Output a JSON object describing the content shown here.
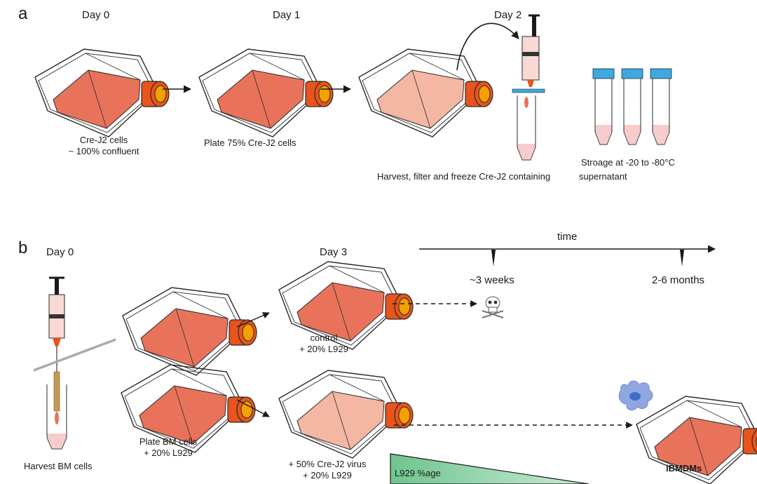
{
  "panel_a": {
    "letter": "a",
    "day0": "Day 0",
    "day1": "Day 1",
    "day2": "Day 2",
    "caption_day0_line1": "Cre-J2 cells",
    "caption_day0_line2": "~ 100% confluent",
    "caption_day1": "Plate 75% Cre-J2 cells",
    "caption_day2": "Harvest, filter and freeze Cre-J2 containing",
    "storage_line1": "Stroage at -20 to -80°C",
    "storage_line2": "supernatant"
  },
  "panel_b": {
    "letter": "b",
    "day0": "Day 0",
    "day3": "Day 3",
    "timeline_label": "time",
    "tick1": "~3 weeks",
    "tick2": "2-6 months",
    "harvest": "Harvest BM cells",
    "plate_line1": "Plate BM cells",
    "plate_line2": "+ 20% L929",
    "control_line1": "control",
    "control_line2": "+ 20% L929",
    "virus_line1": "+ 50% Cre-J2 virus",
    "virus_line2": "+ 20% L929",
    "gradient_label": "L929 %age",
    "result": "iBMDMs"
  },
  "colors": {
    "medium_dark": "#e8735a",
    "medium_light": "#f4b7a4",
    "cap_orange": "#e8541c",
    "cap_inner": "#f5a000",
    "tube_cap_blue": "#3da9e0",
    "gradient_green": "#7ec99a",
    "cell_blue": "#6f8fd6"
  },
  "icons": [
    "flask-icon",
    "syringe-icon",
    "falcon-tube-icon",
    "skull-icon",
    "macrophage-icon",
    "arrow-icon"
  ]
}
